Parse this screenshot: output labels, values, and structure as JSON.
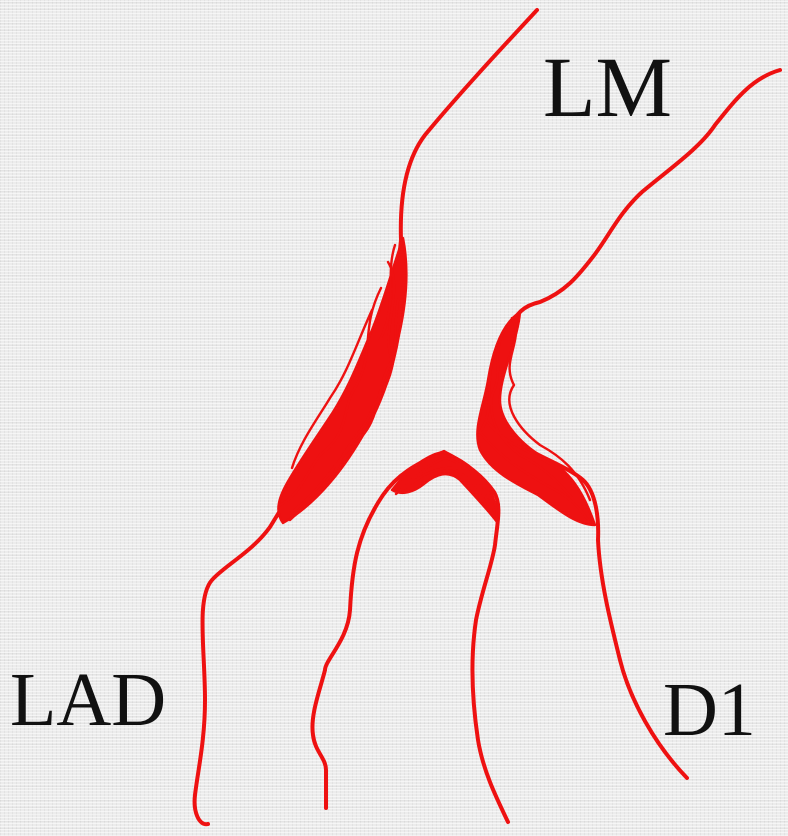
{
  "labels": {
    "lm": "LM",
    "lad": "LAD",
    "d1": "D1"
  },
  "colors": {
    "vessel": "#ee1111",
    "label": "#111111",
    "background": "#ececec"
  }
}
